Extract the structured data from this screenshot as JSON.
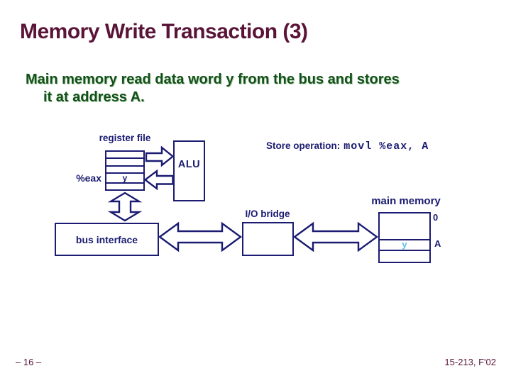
{
  "slide": {
    "title": "Memory Write Transaction (3)",
    "body": {
      "line1": "Main memory read data word y from the bus and stores",
      "line2": "it at address A."
    },
    "footer": {
      "page_number": "– 16 –",
      "course": "15-213, F'02"
    }
  },
  "diagram": {
    "register_file": {
      "label": "register file",
      "register_name": "%eax",
      "value": "y"
    },
    "alu": {
      "label": "ALU"
    },
    "store_operation": {
      "label": "Store operation:",
      "code": "movl %eax, A"
    },
    "bus_interface": {
      "label": "bus interface"
    },
    "io_bridge": {
      "label": "I/O bridge"
    },
    "main_memory": {
      "label": "main memory",
      "address_top": "0",
      "address_row": "A",
      "value": "y"
    }
  },
  "colors": {
    "title_maroon": "#5a1438",
    "body_green": "#14501a",
    "diagram_navy": "#1b1b72",
    "value_cyan": "#5cc3ea"
  }
}
